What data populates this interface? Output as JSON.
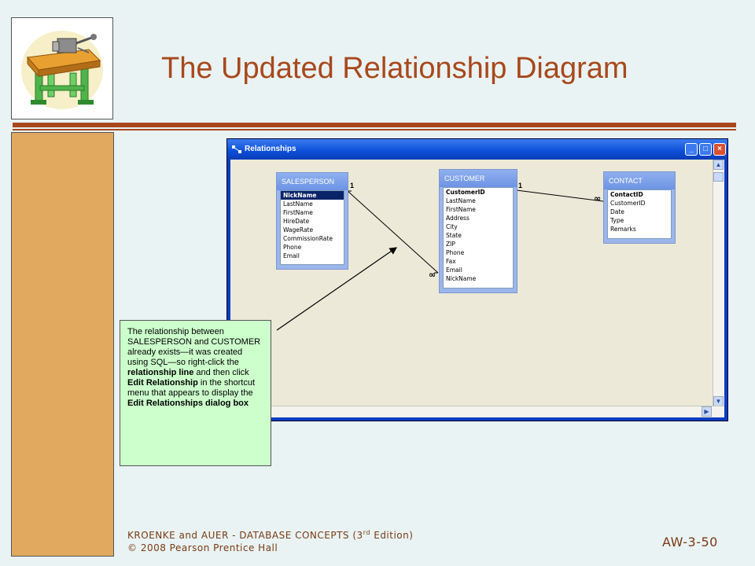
{
  "slide": {
    "title": "The Updated Relationship Diagram",
    "footer_line1_a": "KROENKE and AUER - DATABASE CONCEPTS (3",
    "footer_line1_sup": "rd",
    "footer_line1_b": " Edition)",
    "footer_line2": "© 2008 Pearson Prentice Hall",
    "page_number": "AW-3-50"
  },
  "window": {
    "title": "Relationships",
    "buttons": {
      "minimize": "_",
      "maximize": "□",
      "close": "×"
    }
  },
  "tables": [
    {
      "name": "SALESPERSON",
      "fields": [
        "NickName",
        "LastName",
        "FirstName",
        "HireDate",
        "WageRate",
        "CommissionRate",
        "Phone",
        "Email"
      ],
      "selected_index": 0
    },
    {
      "name": "CUSTOMER",
      "fields": [
        "CustomerID",
        "LastName",
        "FirstName",
        "Address",
        "City",
        "State",
        "ZIP",
        "Phone",
        "Fax",
        "Email",
        "NickName"
      ],
      "pk_index": 0
    },
    {
      "name": "CONTACT",
      "fields": [
        "ContactID",
        "CustomerID",
        "Date",
        "Type",
        "Remarks"
      ],
      "pk_index": 0
    }
  ],
  "relationships": [
    {
      "one_label": "1",
      "many_label": "∞"
    },
    {
      "one_label": "1",
      "many_label": "∞"
    }
  ],
  "callout": {
    "p1": "The relationship between SALESPERSON and CUSTOMER already exists—it was created using SQL—so right-click the ",
    "b1": "relationship line",
    "p2": " and then click ",
    "b2": "Edit Relationship",
    "p3": " in the shortcut menu that appears to display the ",
    "b3": "Edit Relationships dialog box"
  },
  "colors": {
    "title": "#a8481c",
    "background": "#e9f3f3",
    "sidebar": "#e0a95f",
    "callout": "#ccffcc",
    "window_frame": "#0a3ec0"
  }
}
